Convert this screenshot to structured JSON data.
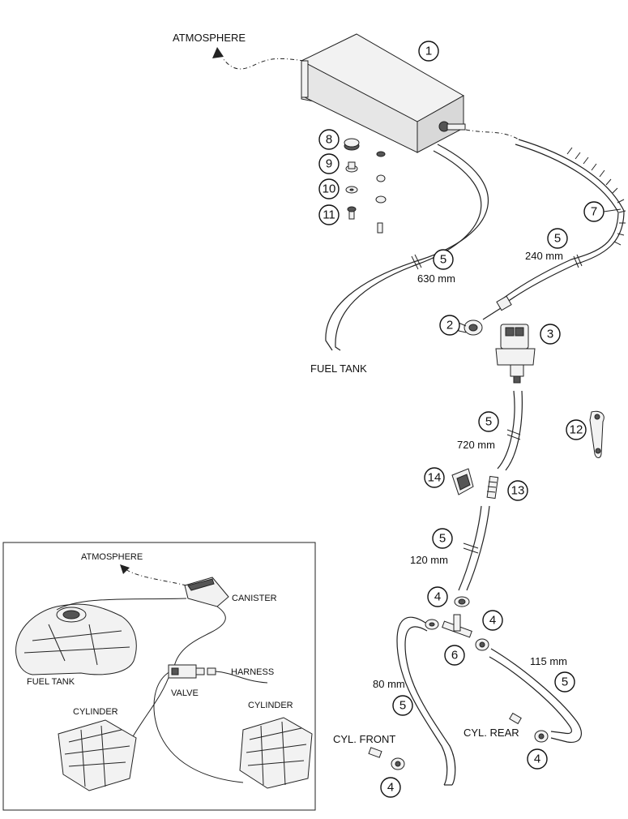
{
  "labels": {
    "atmosphere": "ATMOSPHERE",
    "fuel_tank": "FUEL TANK",
    "cyl_front": "CYL. FRONT",
    "cyl_rear": "CYL. REAR"
  },
  "lengths": {
    "hose_630": "630 mm",
    "hose_240": "240 mm",
    "hose_720": "720 mm",
    "hose_120": "120 mm",
    "hose_115": "115 mm",
    "hose_80": "80 mm"
  },
  "callouts": {
    "c1": "1",
    "c2": "2",
    "c3": "3",
    "c4a": "4",
    "c4b": "4",
    "c4c": "4",
    "c4d": "4",
    "c5_630": "5",
    "c5_240": "5",
    "c5_720": "5",
    "c5_120": "5",
    "c5_115": "5",
    "c5_80": "5",
    "c6": "6",
    "c7": "7",
    "c8": "8",
    "c9": "9",
    "c10": "10",
    "c11": "11",
    "c12": "12",
    "c13": "13",
    "c14": "14"
  },
  "inset": {
    "atmosphere": "ATMOSPHERE",
    "canister": "CANISTER",
    "fuel_tank": "FUEL TANK",
    "harness": "HARNESS",
    "valve": "VALVE",
    "cylinder_left": "CYLINDER",
    "cylinder_right": "CYLINDER"
  }
}
